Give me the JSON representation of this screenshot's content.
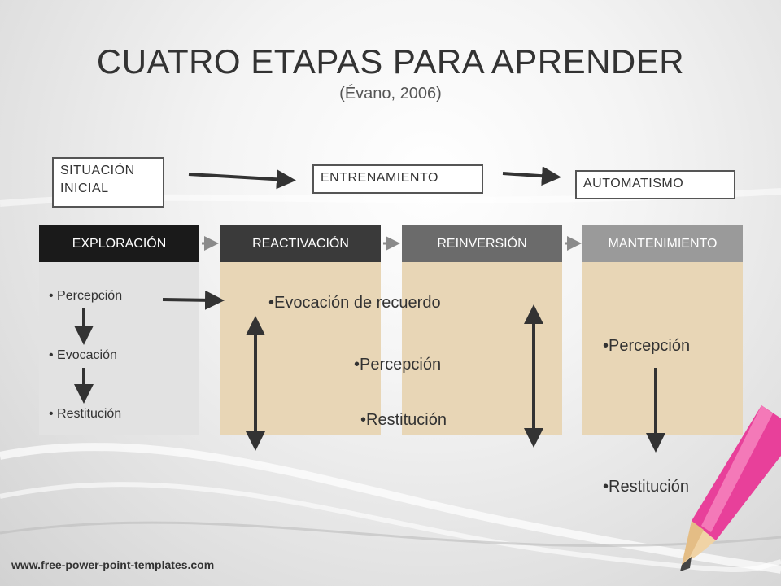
{
  "title": "CUATRO ETAPAS PARA APRENDER",
  "subtitle": "(Évano, 2006)",
  "stages": {
    "situacion_line1": "SITUACIÓN",
    "situacion_line2": "INICIAL",
    "entrenamiento": "ENTRENAMIENTO",
    "automatismo": "AUTOMATISMO"
  },
  "columns": [
    {
      "header": "EXPLORACIÓN",
      "color": "#1a1a1a"
    },
    {
      "header": "REACTIVACIÓN",
      "color": "#3a3a3a"
    },
    {
      "header": "REINVERSIÓN",
      "color": "#6b6b6b"
    },
    {
      "header": "MANTENIMIENTO",
      "color": "#9a9a9a"
    }
  ],
  "exploracion_items": [
    "Percepción",
    "Evocación",
    "Restitución"
  ],
  "reactivacion": {
    "evocacion": "•Evocación de recuerdo",
    "percepcion": "•Percepción",
    "restitucion": "•Restitución"
  },
  "mantenimiento": {
    "percepcion": "•Percepción",
    "restitucion": "•Restitución"
  },
  "colors": {
    "body_light": "#e2e2e2",
    "body_tan": "#e8d6b6",
    "arrow": "#333333",
    "pencil_pink": "#e8409a"
  },
  "footer": "www.free-power-point-templates.com"
}
